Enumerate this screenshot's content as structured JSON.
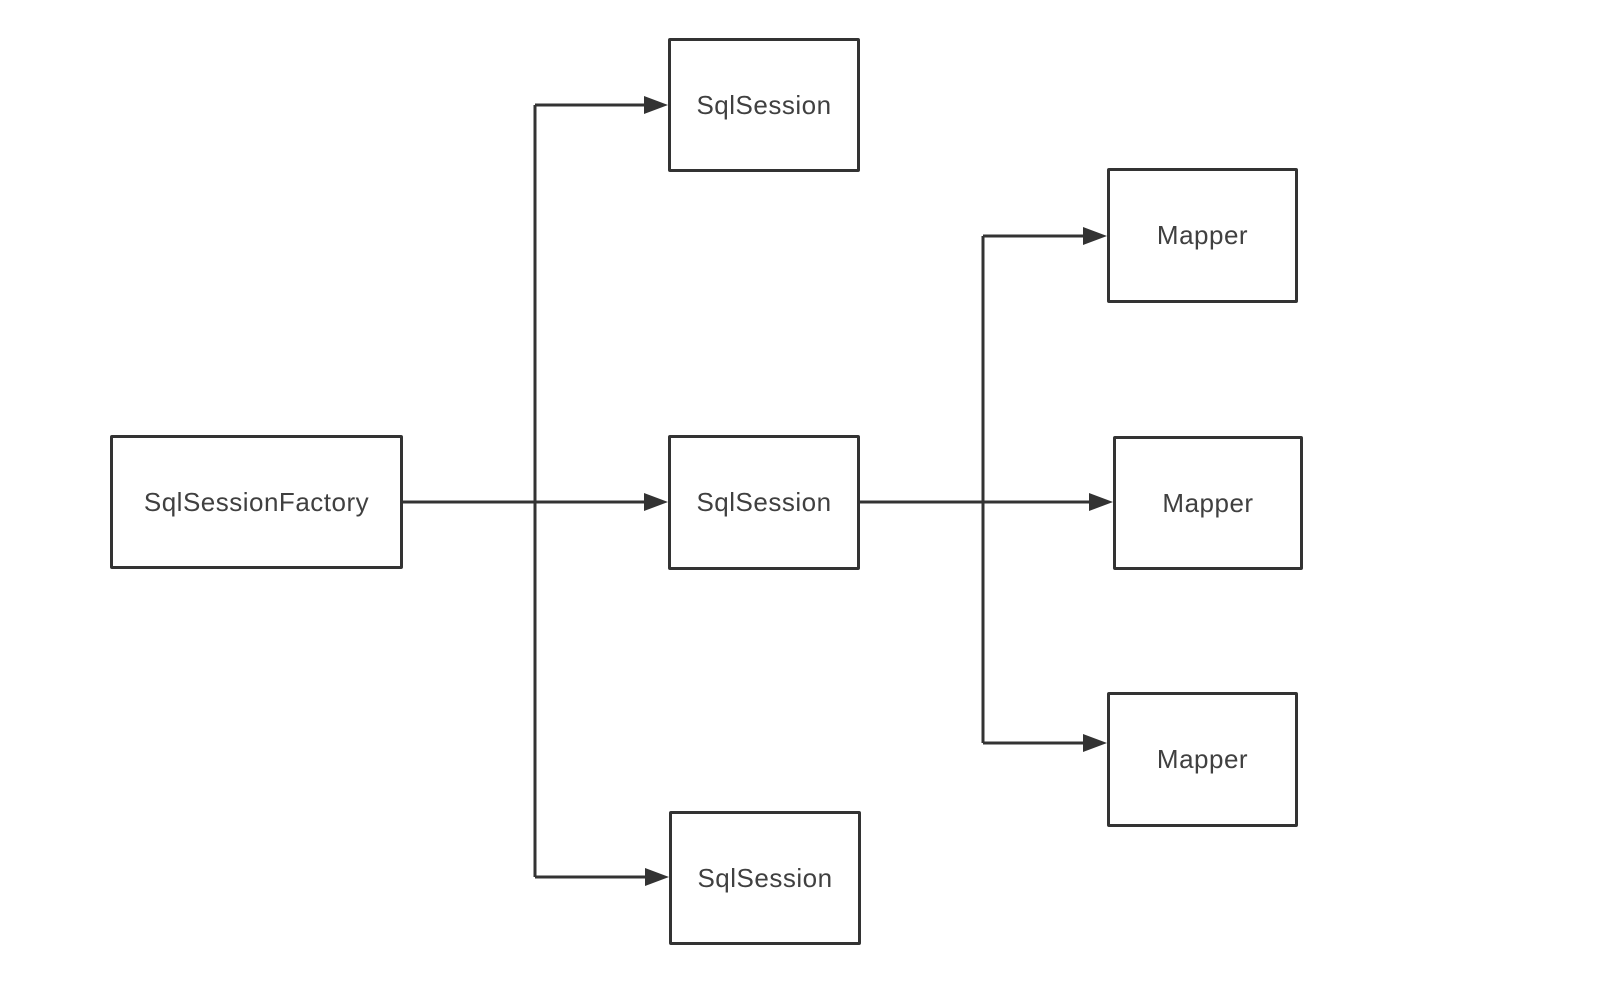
{
  "diagram": {
    "type": "flow-diagram",
    "nodes": [
      {
        "id": "sqlSessionFactory",
        "label": "SqlSessionFactory"
      },
      {
        "id": "sqlSessionTop",
        "label": "SqlSession"
      },
      {
        "id": "sqlSessionMiddle",
        "label": "SqlSession"
      },
      {
        "id": "sqlSessionBottom",
        "label": "SqlSession"
      },
      {
        "id": "mapperTop",
        "label": "Mapper"
      },
      {
        "id": "mapperMiddle",
        "label": "Mapper"
      },
      {
        "id": "mapperBottom",
        "label": "Mapper"
      }
    ],
    "edges": [
      {
        "from": "sqlSessionFactory",
        "to": "sqlSessionTop"
      },
      {
        "from": "sqlSessionFactory",
        "to": "sqlSessionMiddle"
      },
      {
        "from": "sqlSessionFactory",
        "to": "sqlSessionBottom"
      },
      {
        "from": "sqlSessionMiddle",
        "to": "mapperTop"
      },
      {
        "from": "sqlSessionMiddle",
        "to": "mapperMiddle"
      },
      {
        "from": "sqlSessionMiddle",
        "to": "mapperBottom"
      }
    ],
    "colors": {
      "stroke": "#333333",
      "text": "#404040",
      "box_fill": "#ffffff",
      "background": "#ffffff"
    }
  }
}
